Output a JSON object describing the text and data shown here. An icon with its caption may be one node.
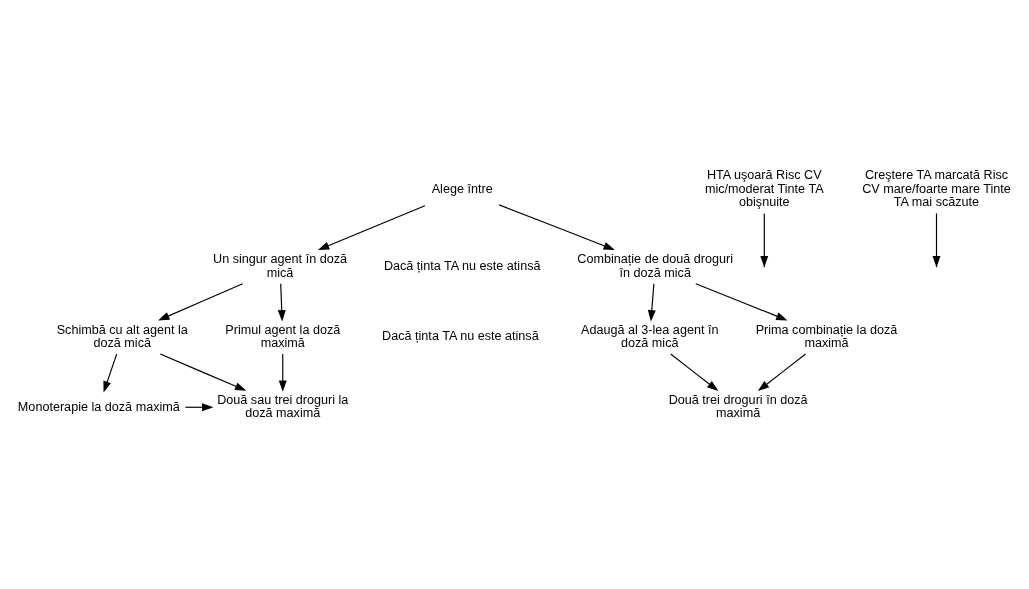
{
  "diagram": {
    "nodes": [
      {
        "text": [
          "Alege între"
        ]
      },
      {
        "text": [
          "HTA uşoară Risc CV mic/moderat Tinte TA obişnuite"
        ]
      },
      {
        "text": [
          "Creştere TA marcată Risc CV mare/foarte mare Tinte TA mai scăzute"
        ]
      },
      {
        "text": [
          "Un singur agent în doză mică"
        ]
      },
      {
        "text": [
          "Combinație de două droguri în doză mică"
        ]
      },
      {
        "text": [
          "Primul agent la doză maximă"
        ]
      },
      {
        "text": [
          "Schimbă cu alt agent la doză mică"
        ]
      },
      {
        "text": [
          "Prima combinație la doză maximă"
        ]
      },
      {
        "text": [
          "Adaugă al 3-lea agent în doză mică"
        ]
      },
      {
        "text": [
          "Două sau trei droguri la doză maximă"
        ]
      },
      {
        "text": [
          "Monoterapie la doză maximă"
        ]
      },
      {
        "text": [
          "Două trei droguri în doză maximă"
        ]
      }
    ],
    "edges": [
      {
        "from": 0,
        "to": 3,
        "arrow": "to"
      },
      {
        "from": 0,
        "to": 4,
        "arrow": "to"
      },
      {
        "from": 1,
        "to": null,
        "arrow": "to"
      },
      {
        "from": 2,
        "to": null,
        "arrow": "to"
      },
      {
        "from": 3,
        "to": 5,
        "arrow": "to"
      },
      {
        "from": 3,
        "to": 6,
        "arrow": "to"
      },
      {
        "from": 4,
        "to": 7,
        "arrow": "to"
      },
      {
        "from": 4,
        "to": 8,
        "arrow": "to"
      },
      {
        "from": 5,
        "to": 9,
        "arrow": "to"
      },
      {
        "from": 6,
        "to": 9,
        "arrow": "to"
      },
      {
        "from": 6,
        "to": 10,
        "arrow": "to"
      },
      {
        "from": 10,
        "to": 9,
        "arrow": "to"
      },
      {
        "from": 7,
        "to": 11,
        "arrow": "to"
      },
      {
        "from": 8,
        "to": 11,
        "arrow": "to"
      }
    ],
    "labels": [
      "Dacă ținta TA nu este atinsă",
      "Dacă ținta TA nu este atinsă"
    ]
  }
}
